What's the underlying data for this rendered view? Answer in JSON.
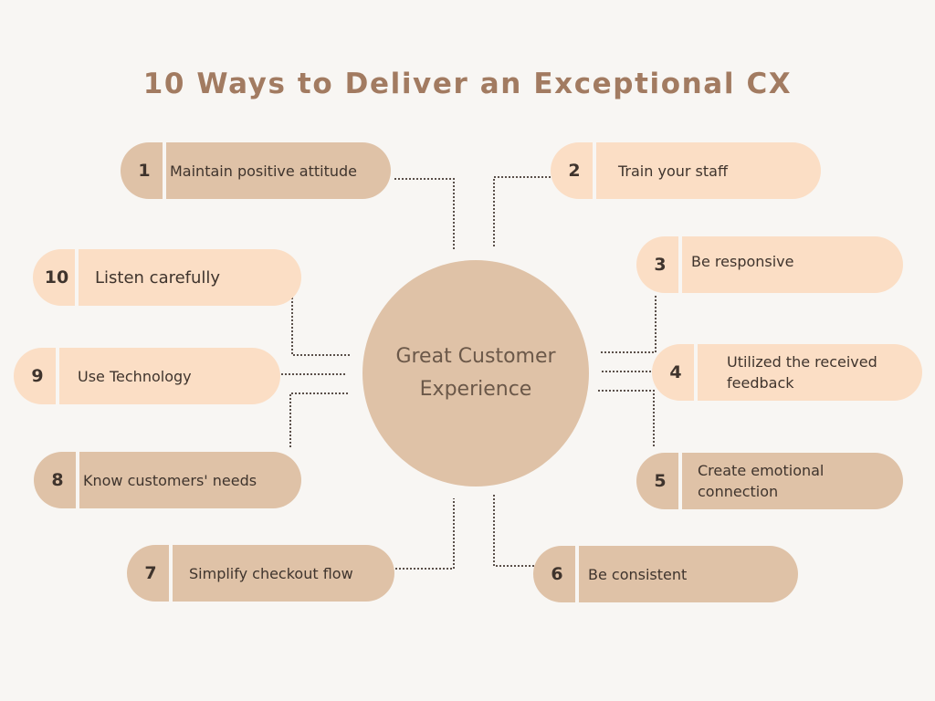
{
  "title": "10 Ways to Deliver an Exceptional CX",
  "hub": {
    "label": "Great Customer Experience"
  },
  "colors": {
    "background": "#f8f6f3",
    "title": "#a27b61",
    "hub": "#dfc2a7",
    "pill_light": "#fbdec5",
    "pill_dark": "#dfc2a7",
    "text": "#3f342d",
    "connector": "#5a4f49"
  },
  "items": [
    {
      "number": "1",
      "label": "Maintain positive attitude"
    },
    {
      "number": "2",
      "label": "Train your staff"
    },
    {
      "number": "3",
      "label": "Be responsive"
    },
    {
      "number": "4",
      "label": "Utilized the received feedback"
    },
    {
      "number": "5",
      "label": "Create emotional connection"
    },
    {
      "number": "6",
      "label": "Be consistent"
    },
    {
      "number": "7",
      "label": "Simplify checkout flow"
    },
    {
      "number": "8",
      "label": "Know customers' needs"
    },
    {
      "number": "9",
      "label": "Use Technology"
    },
    {
      "number": "10",
      "label": "Listen carefully"
    }
  ]
}
